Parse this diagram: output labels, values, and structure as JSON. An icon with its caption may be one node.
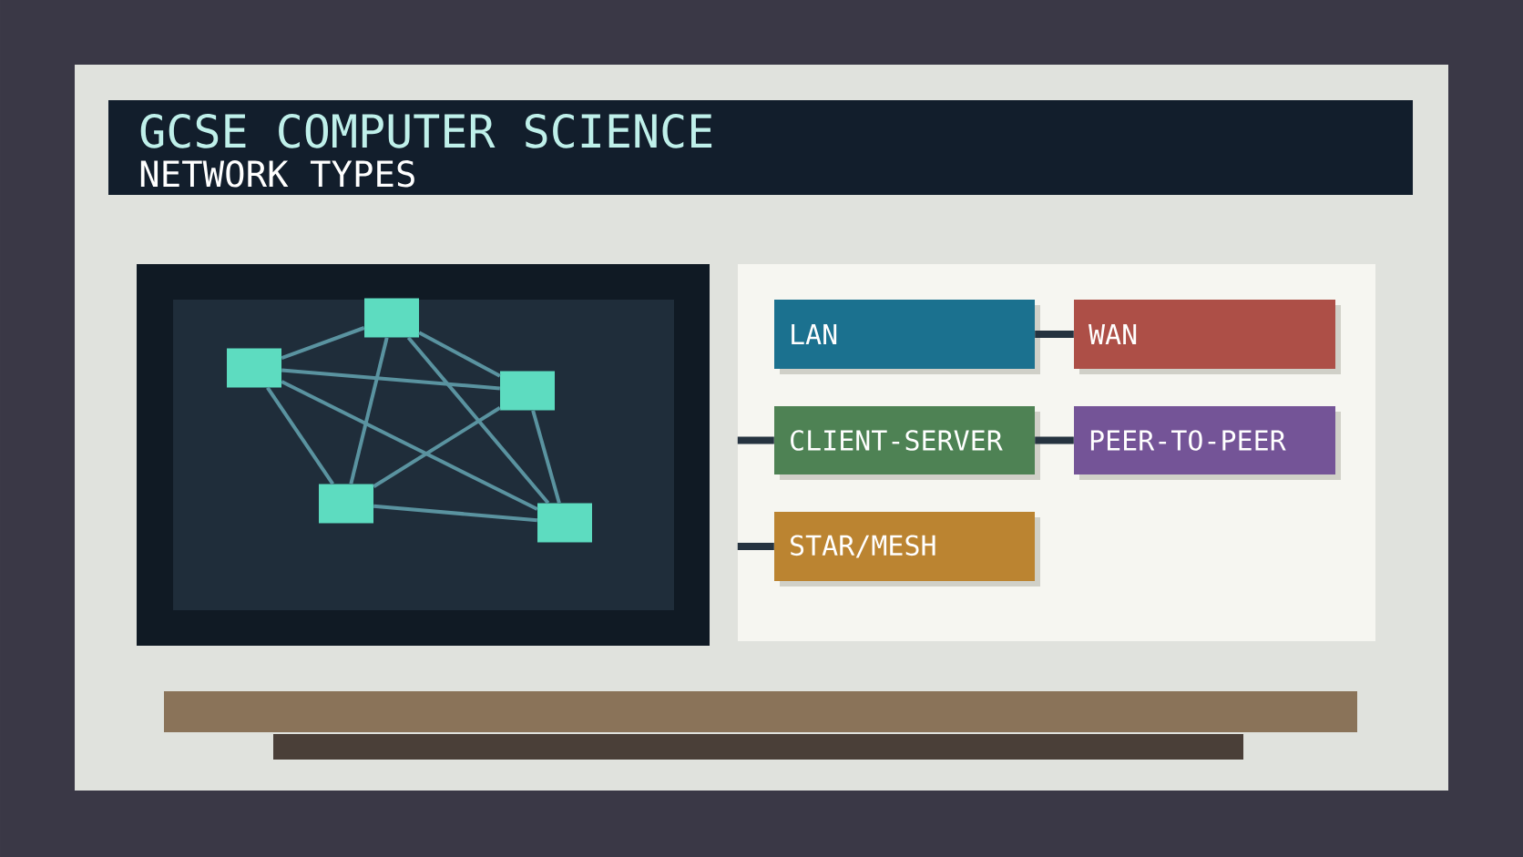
{
  "diagram": {
    "title": "GCSE COMPUTER SCIENCE",
    "labels": [
      "NETWORK TYPES"
    ],
    "nodes": [
      {
        "text": [
          "LAN"
        ]
      },
      {
        "text": [
          "WAN"
        ]
      },
      {
        "text": [
          "CLIENT-SERVER"
        ]
      },
      {
        "text": [
          "PEER-TO-PEER"
        ]
      },
      {
        "text": [
          "STAR/MESH"
        ]
      },
      {
        "text": [],
        "shape": "box"
      },
      {
        "text": [],
        "shape": "box"
      },
      {
        "text": [],
        "shape": "box"
      },
      {
        "text": [],
        "shape": "box"
      },
      {
        "text": [],
        "shape": "box"
      }
    ],
    "edges": [
      {
        "from": 0,
        "to": 1,
        "arrow": "none",
        "style": "thick",
        "color": "#253340"
      },
      {
        "from": null,
        "to": 2,
        "arrow": "none",
        "style": "thick",
        "color": "#253340"
      },
      {
        "from": 2,
        "to": 3,
        "arrow": "none",
        "style": "thick",
        "color": "#253340"
      },
      {
        "from": null,
        "to": 4,
        "arrow": "none",
        "style": "thick",
        "color": "#253340"
      },
      {
        "from": 5,
        "to": 6,
        "arrow": "none"
      },
      {
        "from": 5,
        "to": 7,
        "arrow": "none"
      },
      {
        "from": 5,
        "to": 8,
        "arrow": "none"
      },
      {
        "from": 5,
        "to": 9,
        "arrow": "none"
      },
      {
        "from": 6,
        "to": 7,
        "arrow": "none"
      },
      {
        "from": 6,
        "to": 8,
        "arrow": "none"
      },
      {
        "from": 6,
        "to": 9,
        "arrow": "none"
      },
      {
        "from": 7,
        "to": 8,
        "arrow": "none"
      },
      {
        "from": 7,
        "to": 9,
        "arrow": "none"
      },
      {
        "from": 8,
        "to": 9,
        "arrow": "none"
      }
    ]
  }
}
